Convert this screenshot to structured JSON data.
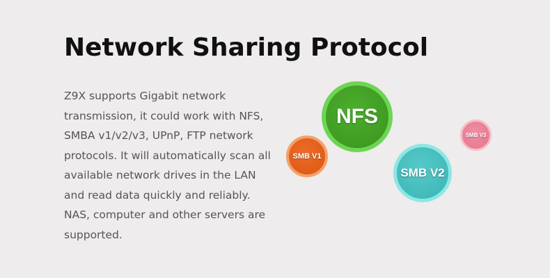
{
  "heading": {
    "title": "Network Sharing Protocol"
  },
  "description": {
    "text": "Z9X supports Gigabit network transmission, it could work with NFS, SMBA v1/v2/v3, UPnP, FTP network protocols. It will automatically scan all available network drives in the LAN and read data quickly and reliably. NAS, computer and other servers are supported."
  },
  "bubbles": {
    "nfs": {
      "label": "NFS",
      "color": "#3f9c22",
      "ring": "#6dd553"
    },
    "smb_v1": {
      "label": "SMB V1",
      "color": "#df5c18",
      "ring": "#f4a06a"
    },
    "smb_v2": {
      "label": "SMB V2",
      "color": "#41b9ba",
      "ring": "#8ee6e4"
    },
    "smb_v3": {
      "label": "SMB V3",
      "color": "#e67c92",
      "ring": "#f6bcc9"
    }
  },
  "colors": {
    "background": "#eeecec",
    "title": "#111111",
    "body_text": "#555555"
  }
}
